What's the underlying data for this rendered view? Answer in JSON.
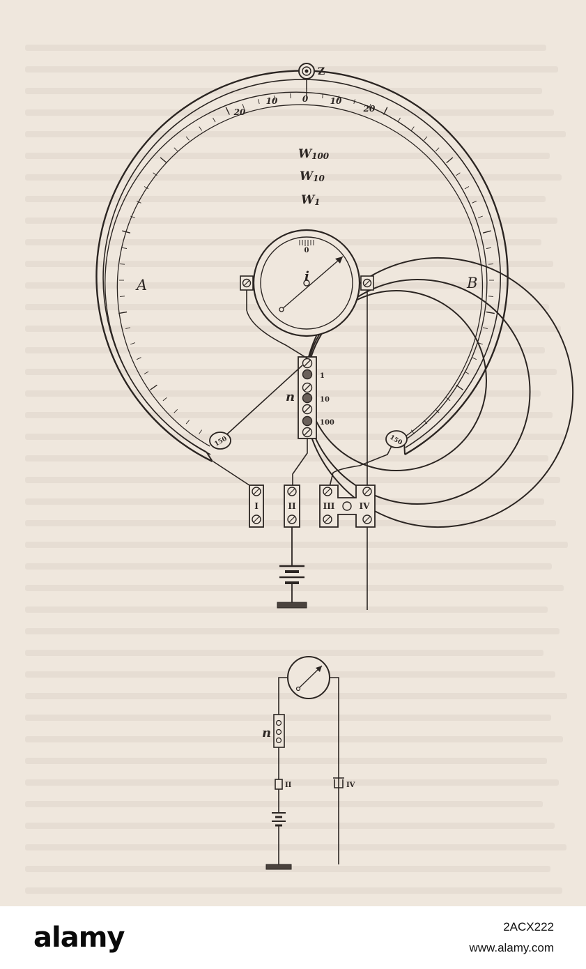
{
  "diagram": {
    "upper_figure": {
      "labels": {
        "Z": "Z",
        "A": "A",
        "B": "B",
        "W100": "W100",
        "W10": "W10",
        "W1": "W1",
        "i": "i",
        "n": "n",
        "gauge_zero": "0"
      },
      "scale_ticks": [
        "20",
        "10",
        "0",
        "10",
        "20"
      ],
      "tap_labels": [
        "1",
        "10",
        "100"
      ],
      "terminals": [
        "I",
        "II",
        "III",
        "IV"
      ],
      "end_marks": [
        "150",
        "150"
      ]
    },
    "lower_figure": {
      "labels": {
        "n": "n",
        "II": "II",
        "IV": "IV"
      }
    }
  },
  "footer": {
    "brand": "alamy",
    "stock_id": "2ACX222",
    "url": "www.alamy.com"
  }
}
